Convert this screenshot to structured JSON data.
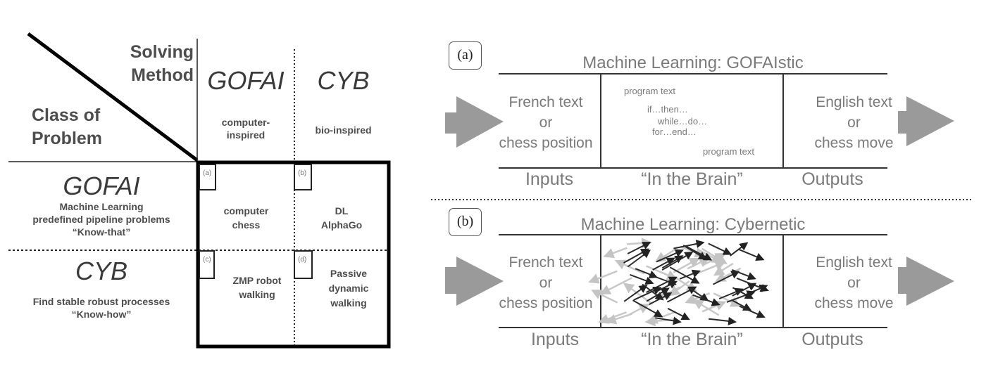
{
  "left_grid": {
    "corner": {
      "column_header_title": [
        "Solving",
        "Method"
      ],
      "row_header_title": [
        "Class of",
        "Problem"
      ]
    },
    "columns": [
      {
        "name": "GOFAI",
        "subtitle": [
          "computer-",
          "inspired"
        ]
      },
      {
        "name": "CYB",
        "subtitle": [
          "bio-inspired"
        ]
      }
    ],
    "rows": [
      {
        "name": "GOFAI",
        "subtitle": [
          "Machine Learning",
          "predefined pipeline problems",
          "“Know-that”"
        ]
      },
      {
        "name": "CYB",
        "subtitle": [
          "Find stable robust processes",
          "“Know-how”"
        ]
      }
    ],
    "cells": [
      {
        "tag": "(a)",
        "text": [
          "computer",
          "chess"
        ]
      },
      {
        "tag": "(b)",
        "text": [
          "DL",
          "AlphaGo"
        ]
      },
      {
        "tag": "(c)",
        "text": [
          "ZMP robot",
          "walking"
        ]
      },
      {
        "tag": "(d)",
        "text": [
          "Passive",
          "dynamic",
          "walking"
        ]
      }
    ]
  },
  "panels": [
    {
      "badge": "(a)",
      "title": "Machine Learning: GOFAIstic",
      "input": [
        "French text",
        "or",
        "chess position"
      ],
      "brain_program": [
        "program text",
        "if…then…",
        "while…do…",
        "for…end…",
        "program text"
      ],
      "output": [
        "English text",
        "or",
        "chess move"
      ],
      "labels": {
        "inputs": "Inputs",
        "brain": "“In the Brain”",
        "outputs": "Outputs"
      }
    },
    {
      "badge": "(b)",
      "title": "Machine Learning: Cybernetic",
      "input": [
        "French text",
        "or",
        "chess position"
      ],
      "brain_type": "network-of-arrows",
      "output": [
        "English text",
        "or",
        "chess move"
      ],
      "labels": {
        "inputs": "Inputs",
        "brain": "“In the Brain”",
        "outputs": "Outputs"
      }
    }
  ],
  "colors": {
    "arrow_fill": "#9a9a9a",
    "line_dark": "#111111",
    "text_grey": "#7a7a7a"
  }
}
